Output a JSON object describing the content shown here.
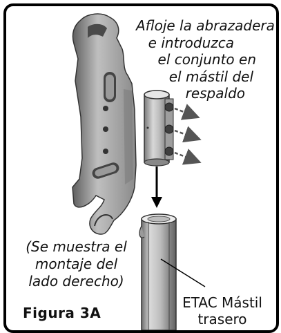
{
  "instruction_callout": {
    "lines": [
      "Afloje la abrazadera",
      "e introduzca",
      "el conjunto en",
      "el mástil del",
      "respaldo"
    ]
  },
  "side_note": {
    "lines": [
      "(Se muestra el",
      "montaje del",
      "lado derecho)"
    ]
  },
  "figure_label": "Figura 3A",
  "mast_callout": {
    "lines": [
      "ETAC Mástil",
      "trasero"
    ]
  }
}
